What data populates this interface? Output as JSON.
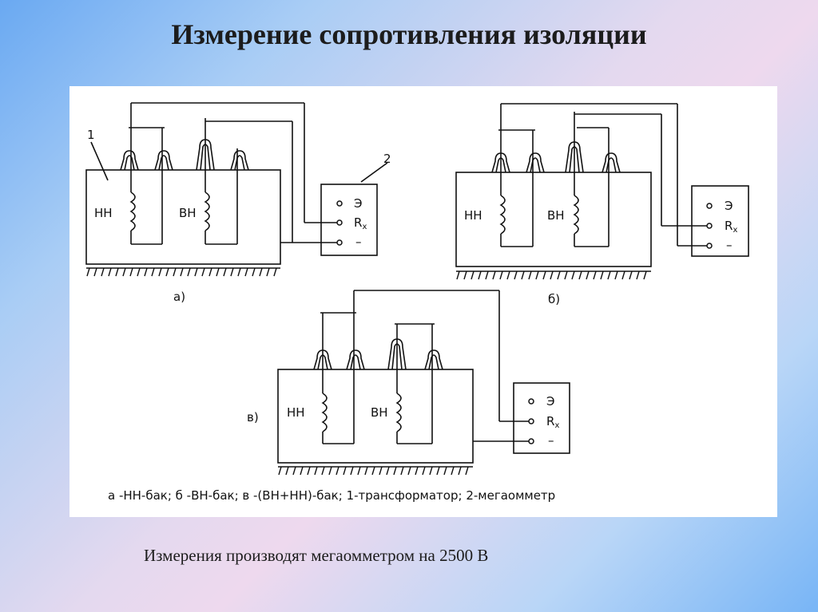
{
  "slide": {
    "title": "Измерение сопротивления изоляции",
    "note": "Измерения производят мегаомметром на 2500 В"
  },
  "diagram": {
    "callouts": {
      "transformer_number": "1",
      "megger_number": "2"
    },
    "winding_labels": {
      "low_voltage": "НН",
      "high_voltage": "ВН"
    },
    "megger_terminals": {
      "earth": "Э",
      "rx_main": "R",
      "rx_sub": "x",
      "minus": "–"
    },
    "variants": [
      {
        "id": "a",
        "label": "а)"
      },
      {
        "id": "b",
        "label": "б)"
      },
      {
        "id": "c",
        "label": "в)"
      }
    ],
    "caption": "а -НН-бак; б -ВН-бак; в -(ВН+НН)-бак; 1-трансформатор; 2-мегаомметр"
  }
}
